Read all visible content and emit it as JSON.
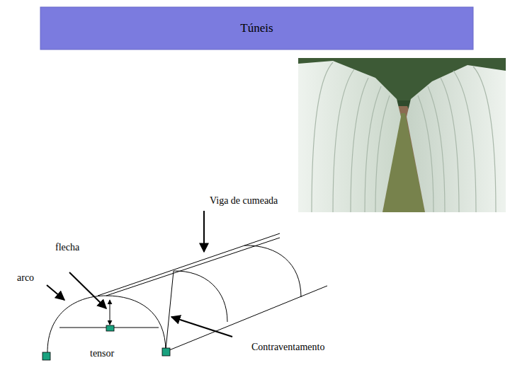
{
  "diagram": {
    "title": "Túneis",
    "labels": [
      "Viga de cumeada",
      "flecha",
      "arco",
      "tensor",
      "Contraventamento"
    ]
  }
}
